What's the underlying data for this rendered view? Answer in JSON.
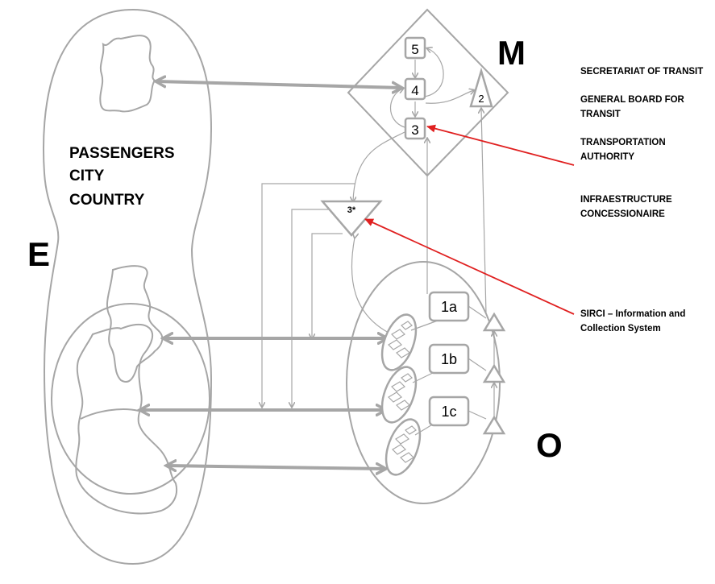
{
  "labels": {
    "E": "E",
    "M": "M",
    "O": "O",
    "passengers_lines": [
      "PASSENGERS",
      "CITY",
      "COUNTRY"
    ]
  },
  "nodes": {
    "n5": "5",
    "n4": "4",
    "n3": "3",
    "n2": "2",
    "n3star": "3*",
    "n1a": "1a",
    "n1b": "1b",
    "n1c": "1c"
  },
  "legend": {
    "secretariat": [
      "SECRETARIAT OF TRANSIT"
    ],
    "general_board": [
      "GENERAL BOARD FOR",
      "TRANSIT"
    ],
    "transportation_authority": [
      "TRANSPORTATION",
      "AUTHORITY"
    ],
    "infrastructure": [
      "INFRAESTRUCTURE",
      "CONCESSIONAIRE"
    ],
    "sirci": [
      "SIRCI – Information and",
      "Collection System"
    ]
  },
  "colors": {
    "lines": "#a6a6a6",
    "pointer": "#e02020",
    "text": "#000000"
  }
}
